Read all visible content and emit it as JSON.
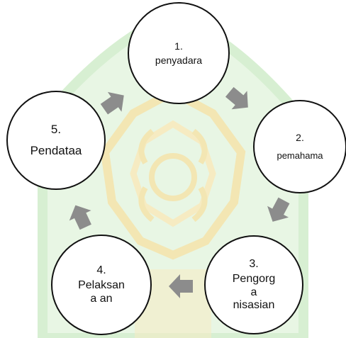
{
  "diagram": {
    "steps": [
      {
        "number": "1.",
        "lines": [
          "penyadara"
        ]
      },
      {
        "number": "2.",
        "lines": [
          "pemahama"
        ]
      },
      {
        "number": "3.",
        "lines": [
          "Pengorg",
          "a",
          "nisasian"
        ]
      },
      {
        "number": "4.",
        "lines": [
          "Pelaksan",
          "a an"
        ]
      },
      {
        "number": "5.",
        "lines": [
          "Pendataa"
        ]
      }
    ],
    "arrow_color": "#8c8c8c",
    "watermark_colors": {
      "green": "#d7efd2",
      "gold": "#f3e6b3"
    }
  }
}
